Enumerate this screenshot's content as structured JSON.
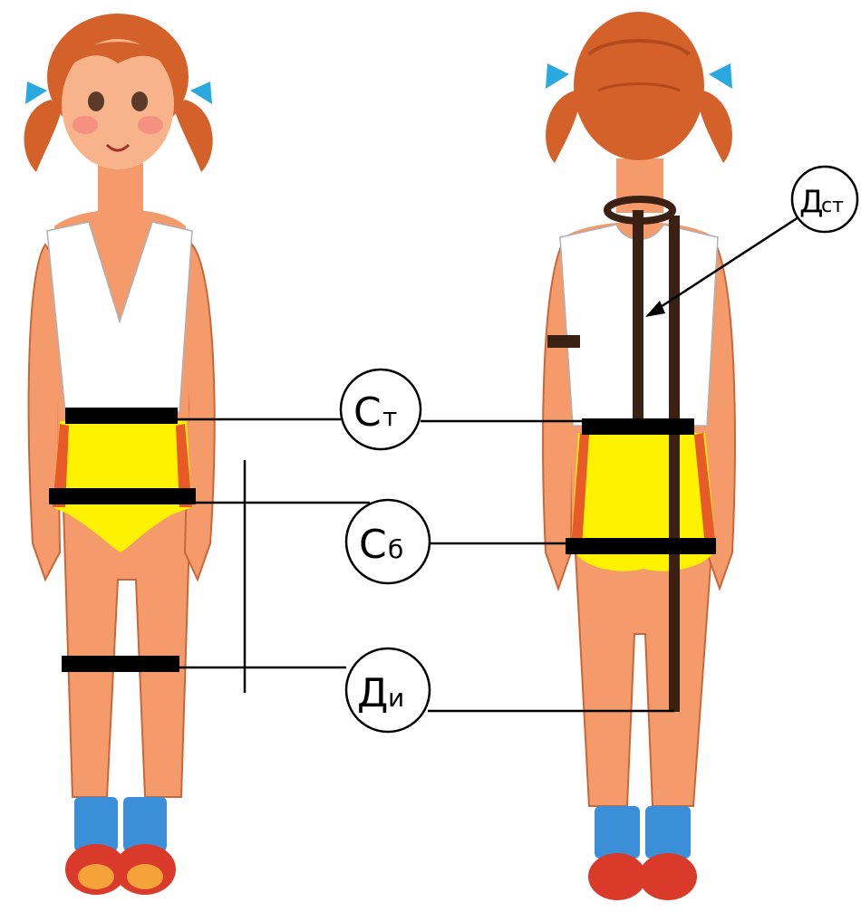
{
  "labels": {
    "waist": {
      "main": "С",
      "sub": "т"
    },
    "hips": {
      "main": "С",
      "sub": "б"
    },
    "length_product": {
      "main": "Д",
      "sub": "и"
    },
    "back_length": {
      "main": "Д",
      "sub": "ст"
    }
  },
  "colors": {
    "skin": "#f59a6a",
    "skin_shadow": "#e37a4a",
    "hair": "#d4602a",
    "hair_dark": "#b34a1d",
    "shirt": "#ffffff",
    "briefs": "#fff200",
    "briefs_edge": "#e85a2a",
    "shoe_blue": "#3a8fd8",
    "shoe_red": "#d93a2a",
    "ribbon": "#2aa8e0",
    "band": "#000000",
    "tape": "#3b2114"
  }
}
